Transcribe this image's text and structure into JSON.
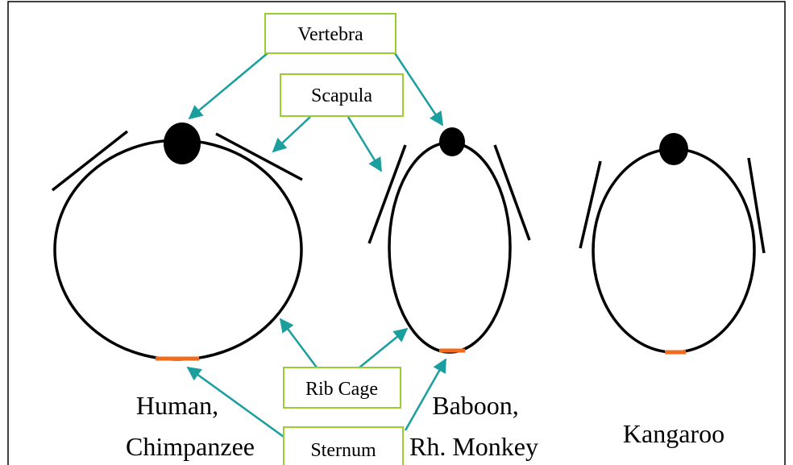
{
  "labels": {
    "vertebra": "Vertebra",
    "scapula": "Scapula",
    "rib_cage": "Rib Cage",
    "sternum": "Sternum"
  },
  "species": {
    "human_line1": "Human,",
    "human_line2": "Chimpanzee",
    "baboon_line1": "Baboon,",
    "baboon_line2": "Rh. Monkey",
    "kangaroo": "Kangaroo"
  },
  "colors": {
    "arrow": "#1A9E9E",
    "box_border": "#9ACD32",
    "sternum": "#F26B1D",
    "outline": "#000000"
  }
}
